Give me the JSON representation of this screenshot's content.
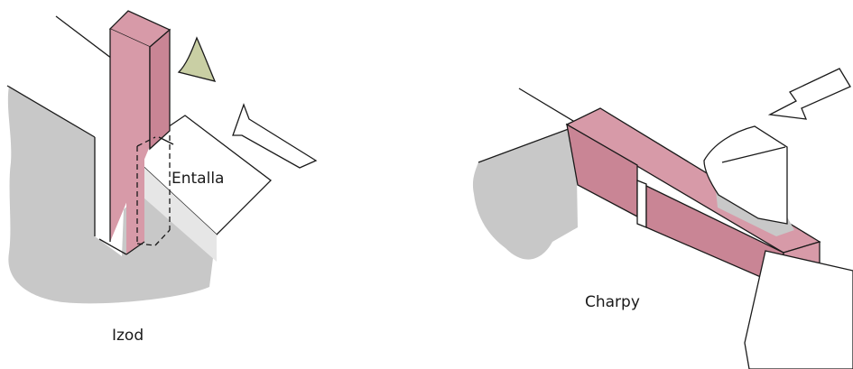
{
  "labels": {
    "notch": "Entalla",
    "izod": "Izod",
    "charpy": "Charpy"
  },
  "colors": {
    "specimen_face": "#d79aa8",
    "specimen_side": "#c98595",
    "support": "#c8c8c8",
    "striker_tip": "#c9cfa4",
    "outline": "#1a1a1a"
  },
  "icons": [
    "impact-arrow-icon",
    "pendulum-striker-icon"
  ]
}
